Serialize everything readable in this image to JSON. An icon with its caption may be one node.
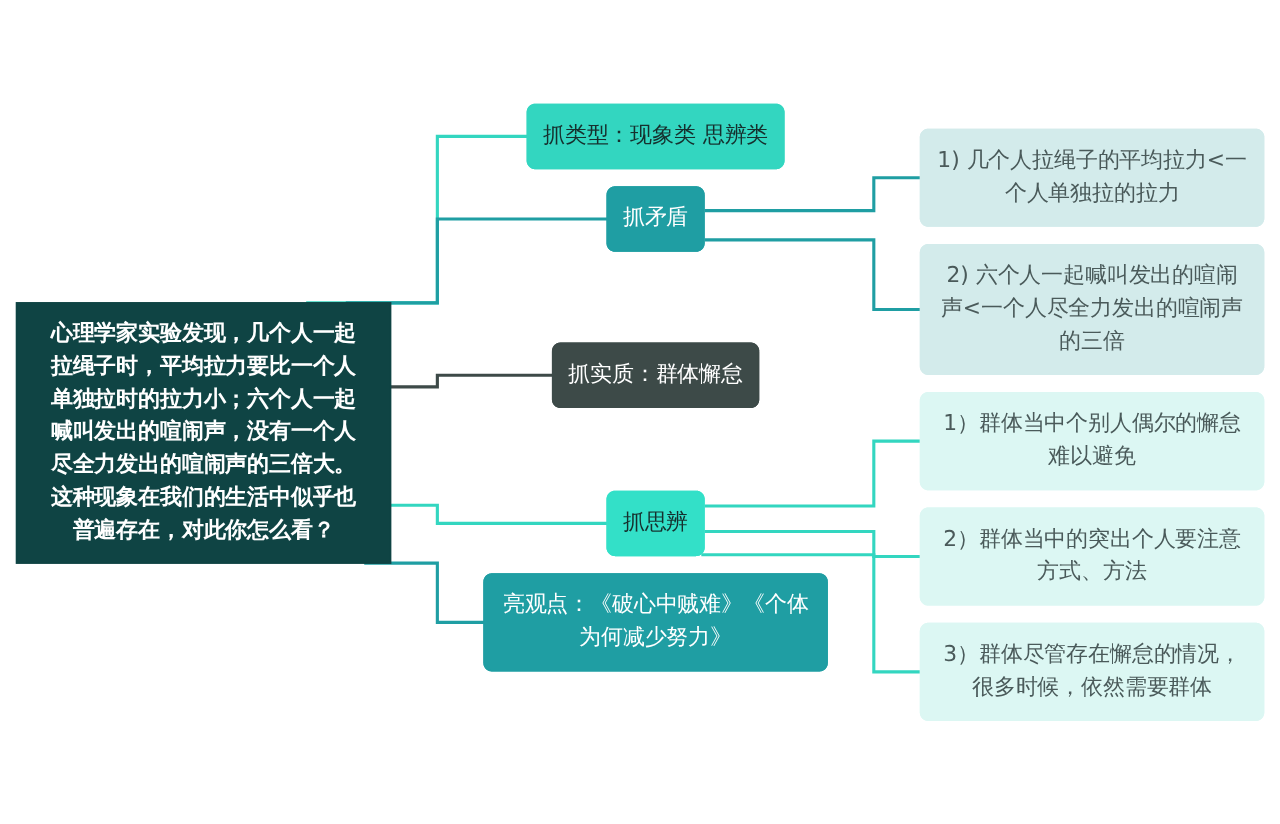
{
  "diagram": {
    "nodes": [
      {
        "text": [
          "心理学家实验发现，几个人一起拉绳子时，平均拉力要比一个人单独拉时的拉力小；六个人一起喊叫发出的喧闹声，没有一个人尽全力发出的喧闹声的三倍大。这种现象在我们的生活中似乎也普遍存在，对此你怎么看？"
        ]
      },
      {
        "text": [
          "抓类型：现象类 思辨类"
        ]
      },
      {
        "text": [
          "抓矛盾"
        ]
      },
      {
        "text": [
          "1) 几个人拉绳子的平均拉力<一个人单独拉的拉力"
        ]
      },
      {
        "text": [
          "2) 六个人一起喊叫发出的喧闹声<一个人尽全力发出的喧闹声的三倍"
        ]
      },
      {
        "text": [
          "抓实质：群体懈怠"
        ]
      },
      {
        "text": [
          "抓思辨"
        ]
      },
      {
        "text": [
          "1）群体当中个别人偶尔的懈怠难以避免"
        ]
      },
      {
        "text": [
          "2）群体当中的突出个人要注意方式、方法"
        ]
      },
      {
        "text": [
          "3）群体尽管存在懈怠的情况，很多时候，依然需要群体"
        ]
      },
      {
        "text": [
          "亮观点：《破心中贼难》《个体为何减少努力》"
        ]
      }
    ],
    "edges": [
      {
        "from": 0,
        "to": 1,
        "arrow": "none"
      },
      {
        "from": 0,
        "to": 2,
        "arrow": "none",
        "color": "#1f9ea3"
      },
      {
        "from": 2,
        "to": 3,
        "arrow": "none",
        "color": "#1f9ea3"
      },
      {
        "from": 2,
        "to": 4,
        "arrow": "none",
        "color": "#1f9ea3"
      },
      {
        "from": 0,
        "to": 5,
        "arrow": "none",
        "color": "#3d4a48"
      },
      {
        "from": 0,
        "to": 6,
        "arrow": "none"
      },
      {
        "from": 6,
        "to": 7,
        "arrow": "none"
      },
      {
        "from": 6,
        "to": 8,
        "arrow": "none"
      },
      {
        "from": 6,
        "to": 9,
        "arrow": "none"
      },
      {
        "from": 0,
        "to": 10,
        "arrow": "none",
        "color": "#1f9ea3"
      }
    ]
  }
}
